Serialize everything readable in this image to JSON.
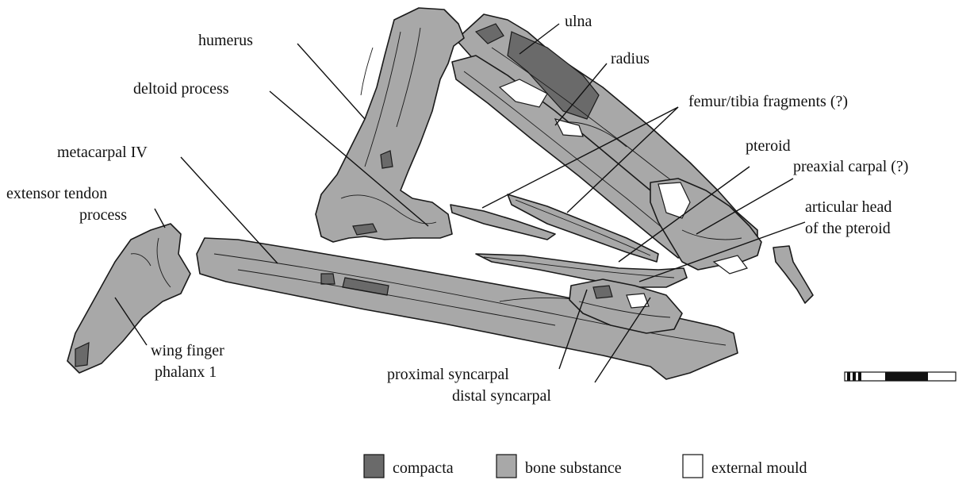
{
  "labels": {
    "humerus": "humerus",
    "deltoid_process": "deltoid process",
    "metacarpal_iv": "metacarpal IV",
    "extensor_tendon_process_line1": "extensor tendon",
    "extensor_tendon_process_line2": "process",
    "wing_finger_phalanx_line1": "wing finger",
    "wing_finger_phalanx_line2": "phalanx 1",
    "ulna": "ulna",
    "radius": "radius",
    "femur_tibia_fragments": "femur/tibia fragments (?)",
    "pteroid": "pteroid",
    "preaxial_carpal": "preaxial carpal (?)",
    "articular_head_line1": "articular head",
    "articular_head_line2": "of the pteroid",
    "proximal_syncarpal": "proximal syncarpal",
    "distal_syncarpal": "distal syncarpal"
  },
  "legend": [
    {
      "label": "compacta",
      "color": "#6a6a6a"
    },
    {
      "label": "bone substance",
      "color": "#a8a8a8"
    },
    {
      "label": "external mould",
      "color": "#ffffff"
    }
  ],
  "colors": {
    "compacta": "#6a6a6a",
    "bone_substance": "#a8a8a8",
    "external_mould": "#ffffff",
    "outline": "#1a1a1a"
  }
}
